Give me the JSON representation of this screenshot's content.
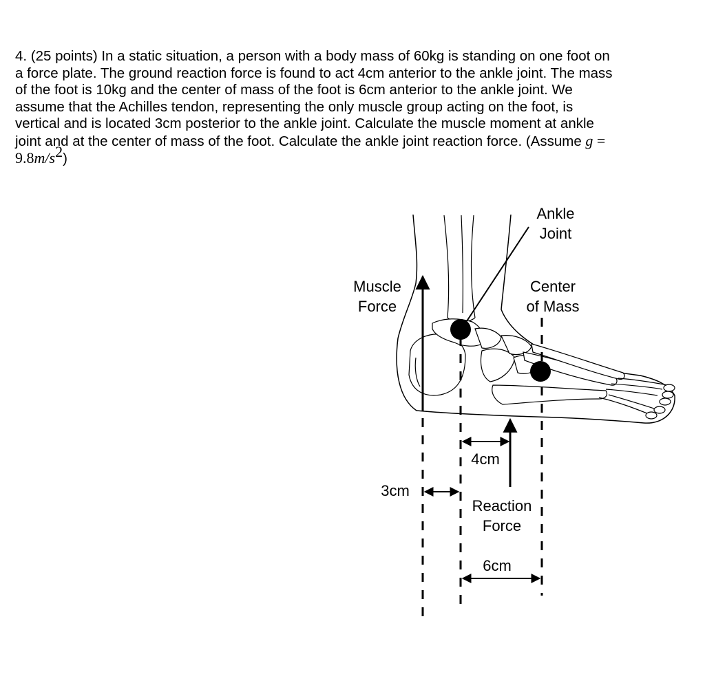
{
  "question": {
    "lines": [
      "4. (25 points) In a static situation, a person with a body mass of 60kg is standing on one foot on",
      "a force plate. The ground reaction force is found to act 4cm anterior to the ankle joint. The mass",
      "of the foot is 10kg and the center of mass of the foot is 6cm anterior to the ankle joint. We",
      "assume that the Achilles tendon, representing the only muscle group acting on the foot, is",
      "vertical and is located 3cm posterior to the ankle joint. Calculate the muscle moment at ankle"
    ],
    "last_line_text": "joint and at the center of mass of the foot. Calculate the ankle joint reaction force. (Assume ",
    "g_symbol": "g",
    "equals": " =",
    "g_value": "9.8",
    "g_unit": "m/s",
    "g_exponent": "2",
    "close_paren": ")"
  },
  "diagram": {
    "labels": {
      "ankle_joint_line1": "Ankle",
      "ankle_joint_line2": "Joint",
      "center_of_mass_line1": "Center",
      "center_of_mass_line2": "of Mass",
      "muscle_force_line1": "Muscle",
      "muscle_force_line2": "Force",
      "reaction_force_line1": "Reaction",
      "reaction_force_line2": "Force",
      "dist_reaction": "4cm",
      "dist_muscle": "3cm",
      "dist_com": "6cm"
    }
  }
}
